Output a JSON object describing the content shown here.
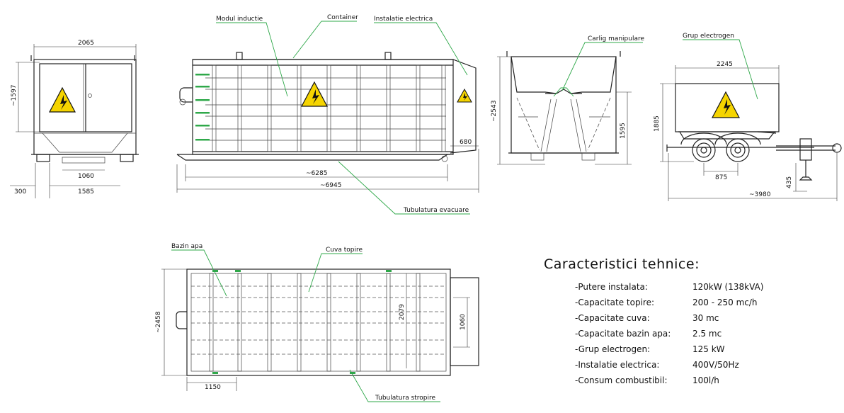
{
  "labels": {
    "modul_inductie": "Modul inductie",
    "container": "Container",
    "instalatie_electrica": "Instalatie electrica",
    "carlig_manipulare": "Carlig manipulare",
    "grup_electrogen": "Grup electrogen",
    "tubulatura_evacuare": "Tubulatura evacuare",
    "bazin_apa": "Bazin apa",
    "cuva_topire": "Cuva topire",
    "tubulatura_stropire": "Tubulatura stropire"
  },
  "dimensions": {
    "front_width": "2065",
    "front_height": "~1597",
    "front_inner": "1060",
    "front_base": "1585",
    "front_offset": "300",
    "side_inner_length": "~6285",
    "side_total_length": "~6945",
    "side_overhang": "680",
    "end_height": "~2543",
    "end_inner_height": "1595",
    "gen_width": "2245",
    "gen_height": "1885",
    "gen_axle": "875",
    "gen_hitch": "435",
    "gen_length": "~3980",
    "top_width": "~2458",
    "top_inner": "2079",
    "top_center": "1060",
    "top_offset": "1150"
  },
  "specs": {
    "title": "Caracteristici tehnice:",
    "rows": [
      {
        "name": "-Putere instalata:",
        "value": "120kW (138kVA)"
      },
      {
        "name": "-Capacitate topire:",
        "value": "200 - 250 mc/h"
      },
      {
        "name": "-Capacitate cuva:",
        "value": "30 mc"
      },
      {
        "name": "-Capacitate bazin apa:",
        "value": "2.5 mc"
      },
      {
        "name": "-Grup electrogen:",
        "value": "125 kW"
      },
      {
        "name": "-Instalatie electrica:",
        "value": "400V/50Hz"
      },
      {
        "name": "-Consum combustibil:",
        "value": "100l/h"
      }
    ]
  },
  "colors": {
    "line": "#222222",
    "leader": "#2fa84a",
    "warning_fill": "#f5d400"
  },
  "icons": [
    "high-voltage-warning-icon"
  ]
}
